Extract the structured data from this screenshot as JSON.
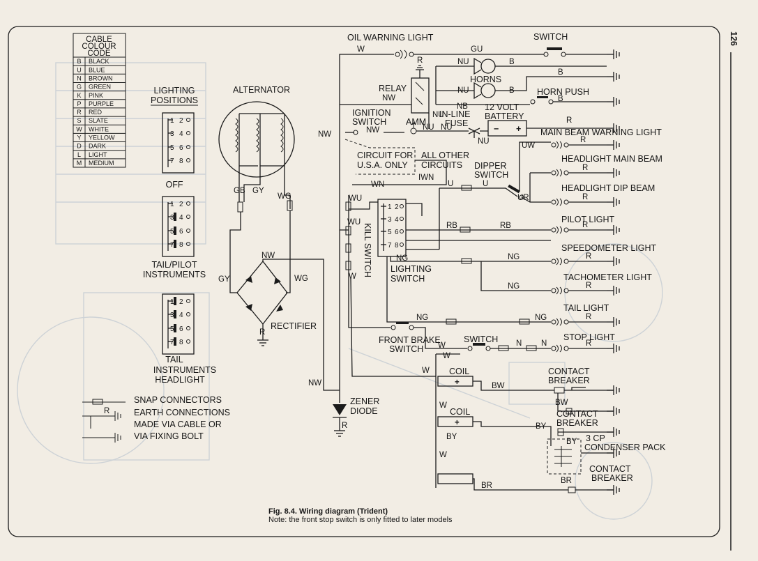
{
  "page_number": "126",
  "cable_code": {
    "title_lines": [
      "CABLE",
      "COLOUR",
      "CODE"
    ],
    "rows": [
      {
        "code": "B",
        "name": "BLACK"
      },
      {
        "code": "U",
        "name": "BLUE"
      },
      {
        "code": "N",
        "name": "BROWN"
      },
      {
        "code": "G",
        "name": "GREEN"
      },
      {
        "code": "K",
        "name": "PINK"
      },
      {
        "code": "P",
        "name": "PURPLE"
      },
      {
        "code": "R",
        "name": "RED"
      },
      {
        "code": "S",
        "name": "SLATE"
      },
      {
        "code": "W",
        "name": "WHITE"
      },
      {
        "code": "Y",
        "name": "YELLOW"
      },
      {
        "code": "D",
        "name": "DARK"
      },
      {
        "code": "L",
        "name": "LIGHT"
      },
      {
        "code": "M",
        "name": "MEDIUM"
      }
    ]
  },
  "lighting": {
    "title_lines": [
      "LIGHTING",
      "POSITIONS"
    ],
    "positions": [
      {
        "caption_lines": [
          "OFF"
        ]
      },
      {
        "caption_lines": [
          "TAIL/PILOT",
          "INSTRUMENTS"
        ]
      },
      {
        "caption_lines": [
          "TAIL",
          "INSTRUMENTS",
          "HEADLIGHT"
        ]
      }
    ],
    "digits": [
      "1",
      "2",
      "3",
      "4",
      "5",
      "6",
      "7",
      "8"
    ]
  },
  "legend": {
    "lines": [
      "SNAP CONNECTORS",
      "EARTH CONNECTIONS",
      "MADE VIA CABLE OR",
      "VIA FIXING BOLT"
    ],
    "r": "R"
  },
  "components": {
    "alternator": "ALTERNATOR",
    "rectifier": "RECTIFIER",
    "zener": [
      "ZENER",
      "DIODE"
    ],
    "oil_light": "OIL WARNING LIGHT",
    "switch": "SWITCH",
    "horns": "HORNS",
    "relay": "RELAY",
    "horn_push": "HORN PUSH",
    "ignition": [
      "IGNITION",
      "SWITCH"
    ],
    "amm": "AMM",
    "fuse": [
      "IN-LINE",
      "FUSE"
    ],
    "battery": [
      "12 VOLT",
      "BATTERY"
    ],
    "main_beam_warning": "MAIN BEAM WARNING LIGHT",
    "circuit_usa": [
      "CIRCUIT FOR",
      "U.S.A. ONLY"
    ],
    "all_other": [
      "ALL OTHER",
      "CIRCUITS"
    ],
    "dipper": [
      "DIPPER",
      "SWITCH"
    ],
    "headlight_main": "HEADLIGHT MAIN BEAM",
    "headlight_dip": "HEADLIGHT DIP BEAM",
    "kill_switch": "KILL SWITCH",
    "pilot": "PILOT LIGHT",
    "speedo": "SPEEDOMETER LIGHT",
    "tacho": "TACHOMETER LIGHT",
    "lighting_switch": [
      "LIGHTING",
      "SWITCH"
    ],
    "tail": "TAIL LIGHT",
    "front_brake": [
      "FRONT BRAKE",
      "SWITCH"
    ],
    "stop": "STOP LIGHT",
    "coil": "COIL",
    "contact_breaker": [
      "CONTACT",
      "BREAKER"
    ],
    "condenser": [
      "3 CP",
      "CONDENSER PACK"
    ],
    "contact_breaker_3": [
      "CONTACT",
      "BREAKER"
    ]
  },
  "wire_codes": {
    "W": "W",
    "GU": "GU",
    "B": "B",
    "NU": "NU",
    "R": "R",
    "NW": "NW",
    "NB": "NB",
    "UW": "UW",
    "WN": "WN",
    "IWN": "IWN",
    "U": "U",
    "UR": "UR",
    "WU": "WU",
    "RB": "RB",
    "NG": "NG",
    "N": "N",
    "BW": "BW",
    "BY": "BY",
    "BR": "BR",
    "GB": "GB",
    "GY": "GY",
    "WG": "WG"
  },
  "caption": {
    "title": "Fig. 8.4. Wiring diagram (Trident)",
    "note": "Note: the front stop switch is only fitted to later models"
  }
}
